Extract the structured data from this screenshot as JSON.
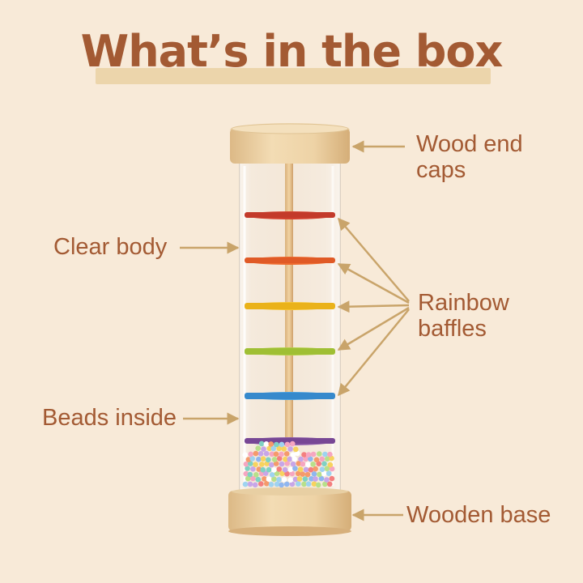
{
  "title": "What’s in the box",
  "labels": {
    "wood_end_caps_line1": "Wood end",
    "wood_end_caps_line2": "caps",
    "clear_body": "Clear body",
    "rainbow_baffles_line1": "Rainbow",
    "rainbow_baffles_line2": "baffles",
    "beads_inside": "Beads inside",
    "wooden_base": "Wooden base"
  },
  "colors": {
    "background": "#f8ead8",
    "text": "#a35a33",
    "arrow": "#c9a46a",
    "wood": "#ecd2a8",
    "baffles": [
      "#d3412f",
      "#e8602b",
      "#f2b81c",
      "#a8c43a",
      "#3a8fd1",
      "#7a4a9a"
    ]
  }
}
